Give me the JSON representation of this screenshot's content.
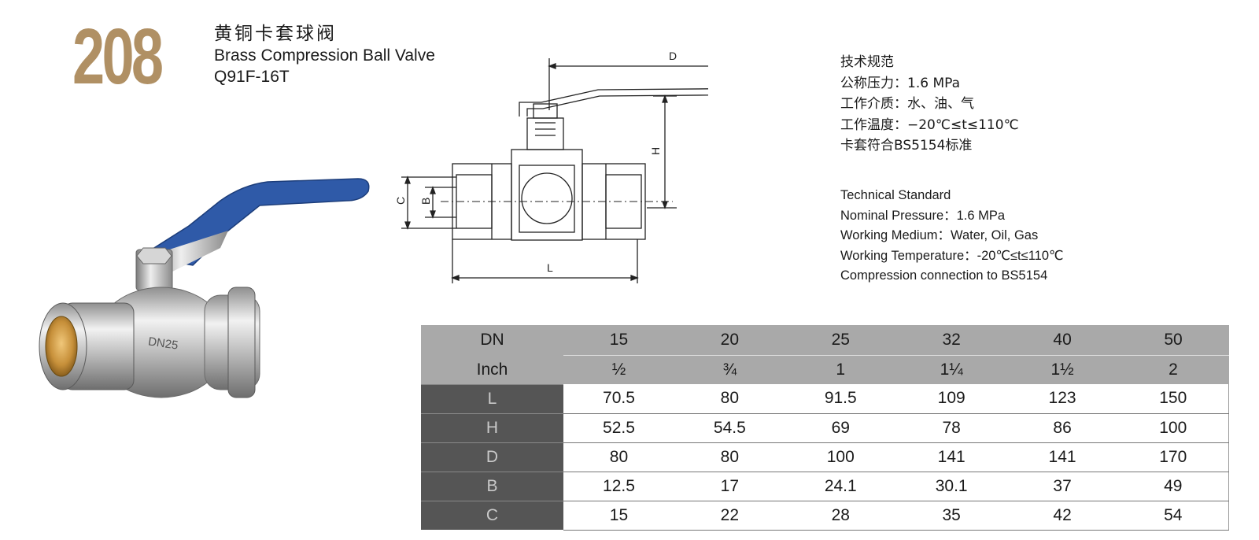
{
  "header": {
    "model_number": "208",
    "title_cn": "黄铜卡套球阀",
    "title_en": "Brass Compression Ball Valve",
    "model_code": "Q91F-16T"
  },
  "drawing": {
    "dimension_labels": [
      "D",
      "H",
      "C",
      "B",
      "L"
    ]
  },
  "product_photo": {
    "body_marking": "DN25",
    "handle_color": "#2f5aa8",
    "body_color": "#cfcfcf"
  },
  "spec_cn": {
    "heading": "技术规范",
    "lines": [
      "公称压力：1.6 MPa",
      "工作介质：水、油、气",
      "工作温度：−20℃≤t≤110℃",
      "卡套符合BS5154标准"
    ]
  },
  "spec_en": {
    "heading": "Technical Standard",
    "lines": [
      "Nominal Pressure：1.6 MPa",
      "Working Medium：Water, Oil, Gas",
      "Working Temperature：-20℃≤t≤110℃",
      "Compression connection to BS5154"
    ]
  },
  "table": {
    "header_rows": [
      {
        "label": "DN",
        "values": [
          "15",
          "20",
          "25",
          "32",
          "40",
          "50"
        ]
      },
      {
        "label": "Inch",
        "values": [
          "½",
          "¾",
          "1",
          "1¼",
          "1½",
          "2"
        ]
      }
    ],
    "rows": [
      {
        "label": "L",
        "values": [
          "70.5",
          "80",
          "91.5",
          "109",
          "123",
          "150"
        ]
      },
      {
        "label": "H",
        "values": [
          "52.5",
          "54.5",
          "69",
          "78",
          "86",
          "100"
        ]
      },
      {
        "label": "D",
        "values": [
          "80",
          "80",
          "100",
          "141",
          "141",
          "170"
        ]
      },
      {
        "label": "B",
        "values": [
          "12.5",
          "17",
          "24.1",
          "30.1",
          "37",
          "49"
        ]
      },
      {
        "label": "C",
        "values": [
          "15",
          "22",
          "28",
          "35",
          "42",
          "54"
        ]
      }
    ],
    "colors": {
      "header_bg": "#a9a9a9",
      "label_bg": "#555555"
    }
  }
}
